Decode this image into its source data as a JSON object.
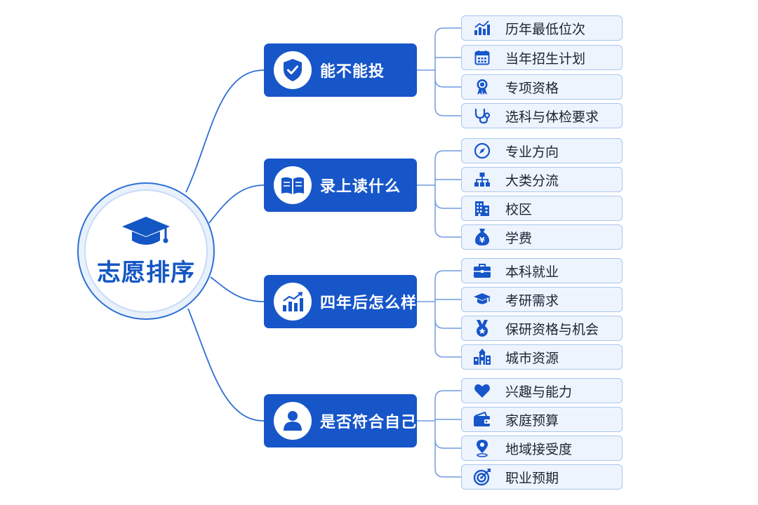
{
  "center": {
    "title": "志愿排序",
    "icon": "graduation-cap-icon"
  },
  "colors": {
    "primary": "#1756c9",
    "leaf_bg": "#eef4fd",
    "leaf_border": "#a9c6ef",
    "line": "#2f6fd6"
  },
  "branches": [
    {
      "label": "能不能投",
      "icon": "shield-check-icon",
      "leaves": [
        {
          "label": "历年最低位次",
          "icon": "bar-chart-trend-icon"
        },
        {
          "label": "当年招生计划",
          "icon": "calendar-icon"
        },
        {
          "label": "专项资格",
          "icon": "award-ribbon-icon"
        },
        {
          "label": "选科与体检要求",
          "icon": "stethoscope-icon"
        }
      ]
    },
    {
      "label": "录上读什么",
      "icon": "open-book-icon",
      "leaves": [
        {
          "label": "专业方向",
          "icon": "compass-icon"
        },
        {
          "label": "大类分流",
          "icon": "hierarchy-icon"
        },
        {
          "label": "校区",
          "icon": "building-icon"
        },
        {
          "label": "学费",
          "icon": "money-bag-icon"
        }
      ]
    },
    {
      "label": "四年后怎么样",
      "icon": "growth-chart-icon",
      "leaves": [
        {
          "label": "本科就业",
          "icon": "briefcase-icon"
        },
        {
          "label": "考研需求",
          "icon": "graduation-cap-icon"
        },
        {
          "label": "保研资格与机会",
          "icon": "medal-icon"
        },
        {
          "label": "城市资源",
          "icon": "city-icon"
        }
      ]
    },
    {
      "label": "是否符合自己",
      "icon": "user-icon",
      "leaves": [
        {
          "label": "兴趣与能力",
          "icon": "heart-icon"
        },
        {
          "label": "家庭预算",
          "icon": "wallet-icon"
        },
        {
          "label": "地域接受度",
          "icon": "map-pin-icon"
        },
        {
          "label": "职业预期",
          "icon": "target-icon"
        }
      ]
    }
  ]
}
